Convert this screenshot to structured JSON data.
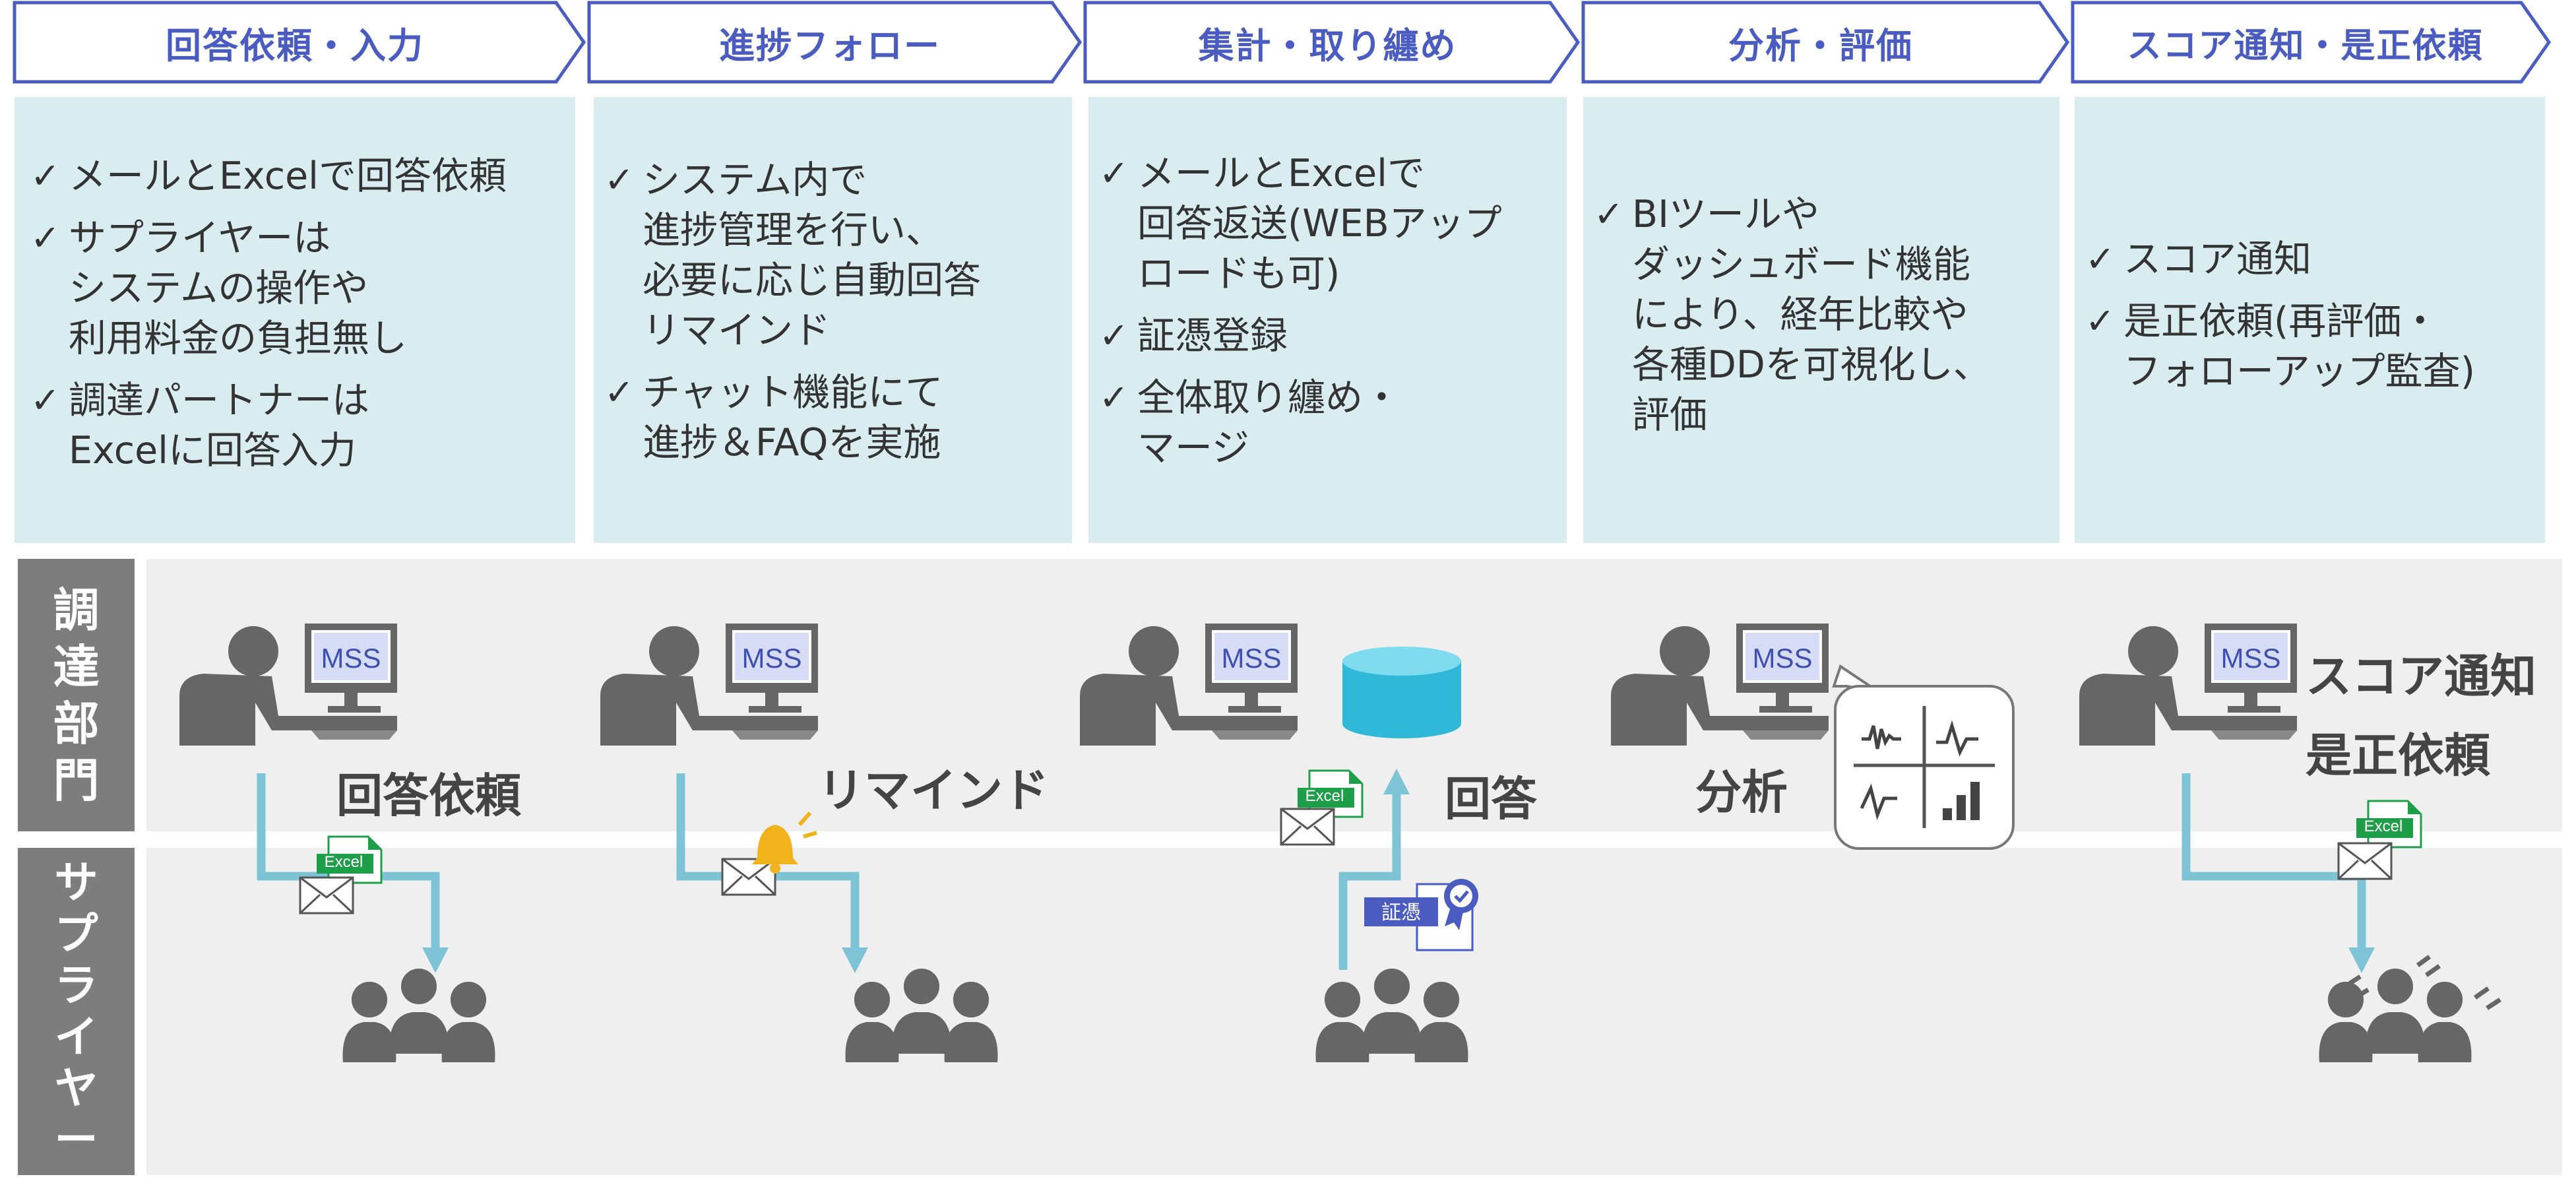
{
  "steps": [
    {
      "label": "回答依頼・入力"
    },
    {
      "label": "進捗フォロー"
    },
    {
      "label": "集計・取り纏め"
    },
    {
      "label": "分析・評価"
    },
    {
      "label": "スコア通知・是正依頼"
    }
  ],
  "descriptions": [
    {
      "items": [
        {
          "lines": [
            "メールとExcelで回答依頼"
          ]
        },
        {
          "lines": [
            "サプライヤーは",
            "システムの操作や",
            "利用料金の負担無し"
          ]
        },
        {
          "lines": [
            "調達パートナーは",
            "Excelに回答入力"
          ]
        }
      ]
    },
    {
      "items": [
        {
          "lines": [
            "システム内で",
            "進捗管理を行い、",
            "必要に応じ自動回答",
            "リマインド"
          ]
        },
        {
          "lines": [
            "チャット機能にて",
            "進捗＆FAQを実施"
          ]
        }
      ]
    },
    {
      "items": [
        {
          "lines": [
            "メールとExcelで",
            "回答返送(WEBアップ",
            "ロードも可)"
          ]
        },
        {
          "lines": [
            "証憑登録"
          ]
        },
        {
          "lines": [
            "全体取り纏め・",
            "マージ"
          ]
        }
      ]
    },
    {
      "items": [
        {
          "lines": [
            "BIツールや",
            "ダッシュボード機能",
            "により、経年比較や",
            "各種DDを可視化し、",
            "評価"
          ]
        }
      ]
    },
    {
      "items": [
        {
          "lines": [
            "スコア通知"
          ]
        },
        {
          "lines": [
            "是正依頼(再評価・",
            "フォローアップ監査)"
          ]
        }
      ]
    }
  ],
  "lanes": {
    "procurement": [
      "調",
      "達",
      "部",
      "門"
    ],
    "supplier": [
      "サ",
      "プ",
      "ラ",
      "イ",
      "ヤ",
      "ー"
    ]
  },
  "check_glyph": "✓",
  "monitor_text": "MSS",
  "excel_text": "Excel",
  "evidence_text": "証憑",
  "flow_labels": {
    "request": "回答依頼",
    "remind": "リマインド",
    "answer": "回答",
    "analysis": "分析",
    "score_line1": "スコア通知",
    "score_line2": "是正依頼"
  },
  "colors": {
    "step_border": "#4a5cc0",
    "desc_bg": "#d9edf1",
    "lane_tab": "#7d7d7d",
    "lane_bg": "#efefef",
    "person": "#666666",
    "arrow": "#7ec3d6",
    "excel_green": "#1f9e4a",
    "database": "#2fb8d8",
    "bell": "#f2b21c"
  }
}
